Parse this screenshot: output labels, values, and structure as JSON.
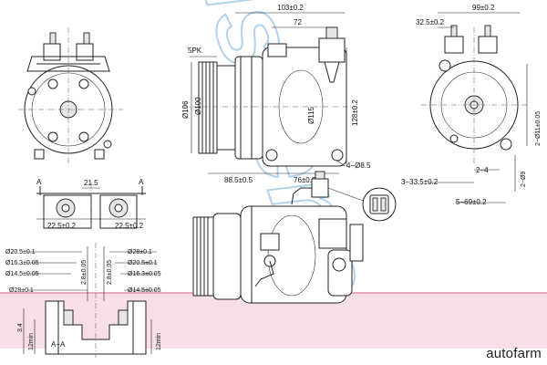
{
  "watermark": "Nissens",
  "brand_logo": "autofarm",
  "labels": {
    "front_width": "103±0.2",
    "port_offset": "72",
    "belt": "5PK",
    "pulley_d1": "Ø106",
    "pulley_d2": "Ø100",
    "body_d": "Ø115",
    "height_right": "128±0.2",
    "length_a": "88.5±0.5",
    "length_b": "76±0.2",
    "hole": "4−Ø8.5",
    "rear_width": "99±0.2",
    "rear_offset": "32.5±0.2",
    "rear_mount": "2−Ø11±0.05",
    "rear_a": "3−33.5±0.2",
    "rear_b": "2−4",
    "rear_c": "2−Ø9",
    "rear_d": "5−69±0.2",
    "sec_a1": "A",
    "sec_a2": "A",
    "sec_gap": "21.5",
    "sec_l": "22.5±0.2",
    "sec_r": "22.5±0.2",
    "fit_l1": "Ø20.5±0.1",
    "fit_l2": "Ø16.3±0.05",
    "fit_l3": "Ø14.5±0.05",
    "fit_l4": "Ø28±0.1",
    "fit_r1": "Ø28±0.1",
    "fit_r2": "Ø20.5±0.1",
    "fit_r3": "Ø16.3±0.05",
    "fit_r4": "Ø14.5±0.05",
    "fit_depth_l": "2.8±0.05",
    "fit_depth_r": "2.8±0.05",
    "fit_v1": "3.4",
    "fit_v2": "12min",
    "fit_v3": "12min",
    "section": "A−A"
  }
}
